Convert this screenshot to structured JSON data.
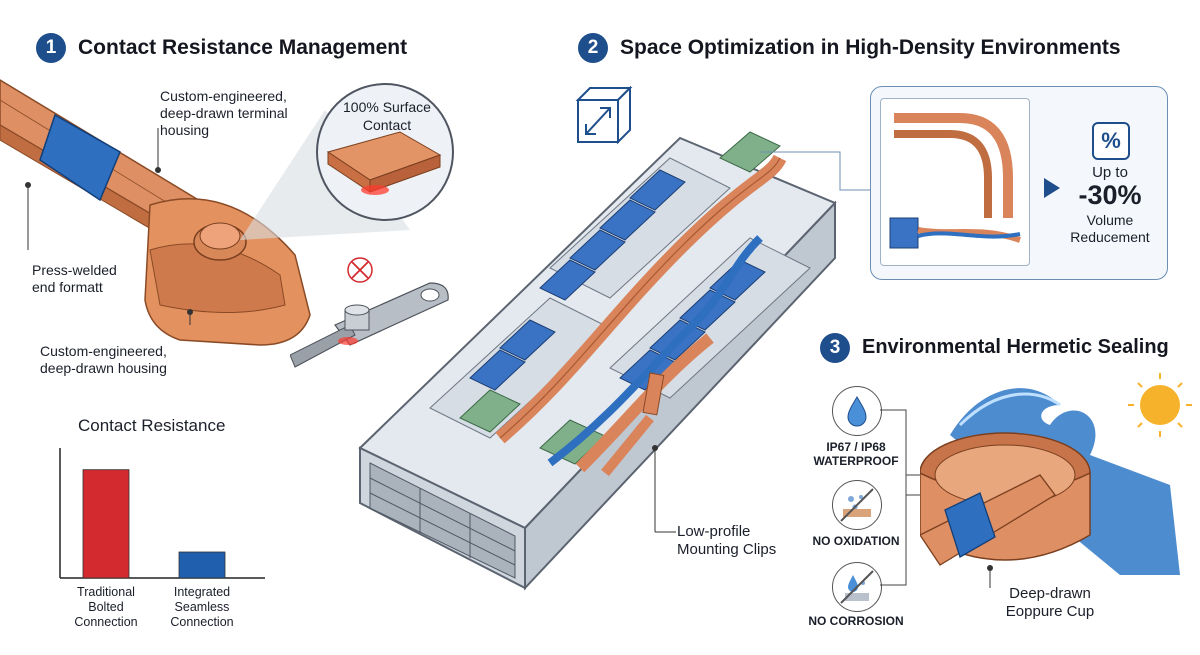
{
  "section1": {
    "number": "1",
    "title": "Contact Resistance Management",
    "label_terminal_housing": "Custom-engineered, deep-drawn terminal housing",
    "label_press_welded": "Press-welded end formatt",
    "label_housing": "Custom-engineered, deep-drawn housing",
    "callout": "100% Surface Contact"
  },
  "chart_data": {
    "type": "bar",
    "title": "Contact Resistance",
    "categories": [
      "Traditional Bolted Connection",
      "Integrated Seamless Connection"
    ],
    "values": [
      100,
      24
    ],
    "colors": [
      "#d22a2f",
      "#1f5fae"
    ],
    "ylim": [
      0,
      120
    ],
    "xlabel": "",
    "ylabel": ""
  },
  "section2": {
    "number": "2",
    "title": "Space Optimization in High-Density Environments",
    "inset_badge": "%",
    "inset_text": "Up to -30% Volume Reducement",
    "inset_up_to": "Up to",
    "inset_value": "-30%",
    "inset_volume": "Volume",
    "inset_reduce": "Reducement",
    "clips_label": "Low-profile Mounting Clips"
  },
  "section3": {
    "number": "3",
    "title": "Environmental Hermetic Sealing",
    "features": [
      {
        "icon": "water-drop-icon",
        "label": "IP67 / IP68 WATERPROOF"
      },
      {
        "icon": "no-oxidation-icon",
        "label": "NO OXIDATION"
      },
      {
        "icon": "no-corrosion-icon",
        "label": "NO CORROSION"
      }
    ],
    "cup_label": "Deep-drawn Eoppure Cup"
  },
  "colors": {
    "accent": "#1f4e8c",
    "copper": "#d9845a",
    "blue_band": "#2e6fc0",
    "red": "#d22a2f"
  }
}
